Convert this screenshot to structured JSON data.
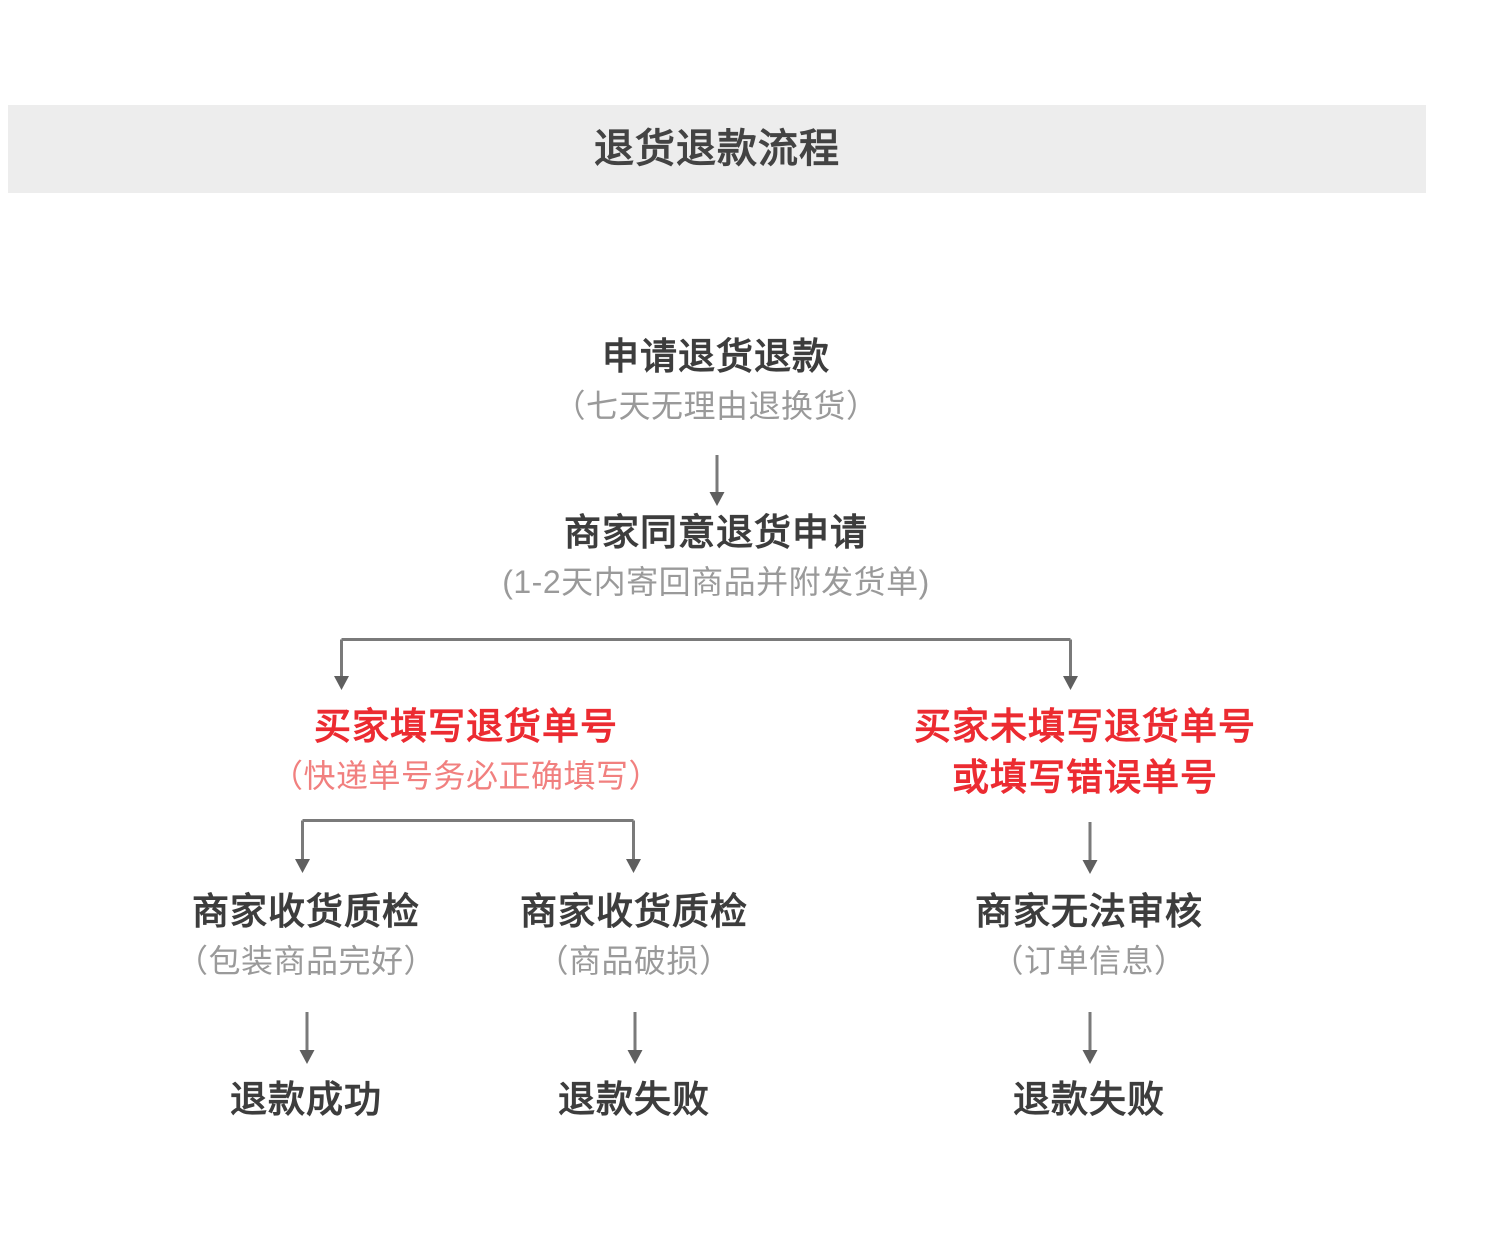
{
  "header": {
    "title": "退货退款流程",
    "band_color": "#ededed",
    "title_color": "#434343"
  },
  "colors": {
    "text_primary": "#3d3d3d",
    "text_secondary": "#9a9a9a",
    "accent_red": "#ec2b31",
    "accent_red_light": "#f1807f",
    "connector": "#7a7a7a",
    "background": "#ffffff"
  },
  "flow": {
    "nodes": [
      {
        "id": "apply-return-refund",
        "main": "申请退货退款",
        "sub": "（七天无理由退换货）",
        "style": "normal"
      },
      {
        "id": "seller-approves",
        "main": "商家同意退货申请",
        "sub": "(1-2天内寄回商品并附发货单)",
        "style": "normal"
      },
      {
        "id": "buyer-fills-tracking",
        "main": "买家填写退货单号",
        "sub": "（快递单号务必正确填写）",
        "style": "red"
      },
      {
        "id": "buyer-missing-tracking",
        "main": "买家未填写退货单号",
        "main2": "或填写错误单号",
        "style": "red"
      },
      {
        "id": "inspection-intact",
        "main": "商家收货质检",
        "sub": "（包装商品完好）",
        "style": "normal"
      },
      {
        "id": "inspection-damaged",
        "main": "商家收货质检",
        "sub": "（商品破损）",
        "style": "normal"
      },
      {
        "id": "seller-cannot-review",
        "main": "商家无法审核",
        "sub": "（订单信息）",
        "style": "normal"
      },
      {
        "id": "refund-success",
        "main": "退款成功",
        "style": "normal"
      },
      {
        "id": "refund-failed-damaged",
        "main": "退款失败",
        "style": "normal"
      },
      {
        "id": "refund-failed-noinfo",
        "main": "退款失败",
        "style": "normal"
      }
    ],
    "edges": [
      {
        "from": "apply-return-refund",
        "to": "seller-approves",
        "type": "straight"
      },
      {
        "from": "seller-approves",
        "to": "buyer-fills-tracking",
        "type": "branch"
      },
      {
        "from": "seller-approves",
        "to": "buyer-missing-tracking",
        "type": "branch"
      },
      {
        "from": "buyer-fills-tracking",
        "to": "inspection-intact",
        "type": "branch"
      },
      {
        "from": "buyer-fills-tracking",
        "to": "inspection-damaged",
        "type": "branch"
      },
      {
        "from": "buyer-missing-tracking",
        "to": "seller-cannot-review",
        "type": "straight"
      },
      {
        "from": "inspection-intact",
        "to": "refund-success",
        "type": "straight"
      },
      {
        "from": "inspection-damaged",
        "to": "refund-failed-damaged",
        "type": "straight"
      },
      {
        "from": "seller-cannot-review",
        "to": "refund-failed-noinfo",
        "type": "straight"
      }
    ]
  }
}
